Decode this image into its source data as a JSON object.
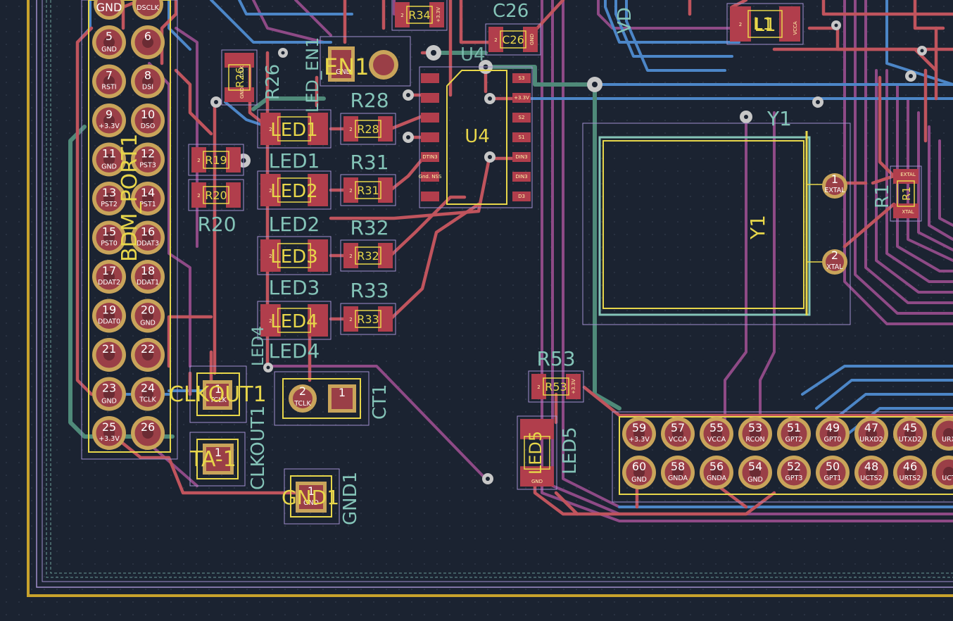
{
  "colors": {
    "background": "#1b2331",
    "top_copper": "#c0545d",
    "bottom_copper": "#4c86c7",
    "inner_copper": "#8e4a86",
    "green_track": "#4f8a79",
    "silkscreen": "#e7d64a",
    "fab_text": "#84c4b8",
    "edge_cuts": "#c8a22c",
    "courtyard": "#a28fce",
    "via": "#c7c7c7",
    "pad": "#b13e4c",
    "pin_ring": "#c9a45a"
  },
  "header_bdm": {
    "reference": "BDM_PORT1",
    "pins": [
      {
        "num": "5",
        "net": "GND"
      },
      {
        "num": "6",
        "net": ""
      },
      {
        "num": "7",
        "net": "RSTI"
      },
      {
        "num": "8",
        "net": "DSI"
      },
      {
        "num": "9",
        "net": "+3.3V"
      },
      {
        "num": "10",
        "net": "DSO"
      },
      {
        "num": "11",
        "net": "GND"
      },
      {
        "num": "12",
        "net": "PST3"
      },
      {
        "num": "13",
        "net": "PST2"
      },
      {
        "num": "14",
        "net": "PST1"
      },
      {
        "num": "15",
        "net": "PST0"
      },
      {
        "num": "16",
        "net": "DDAT3"
      },
      {
        "num": "17",
        "net": "DDAT2"
      },
      {
        "num": "18",
        "net": "DDAT1"
      },
      {
        "num": "19",
        "net": "DDAT0"
      },
      {
        "num": "20",
        "net": "GND"
      },
      {
        "num": "21",
        "net": ""
      },
      {
        "num": "22",
        "net": ""
      },
      {
        "num": "23",
        "net": "GND"
      },
      {
        "num": "24",
        "net": "TCLK"
      },
      {
        "num": "25",
        "net": "+3.3V"
      },
      {
        "num": "26",
        "net": ""
      }
    ],
    "top_partial": {
      "left": "GND",
      "right": "DSCLK"
    }
  },
  "header_main": {
    "odd": [
      {
        "num": "59",
        "net": "+3.3V"
      },
      {
        "num": "57",
        "net": "VCCA"
      },
      {
        "num": "55",
        "net": "VCCA"
      },
      {
        "num": "53",
        "net": "RCON"
      },
      {
        "num": "51",
        "net": "GPT2"
      },
      {
        "num": "49",
        "net": "GPT0"
      },
      {
        "num": "47",
        "net": "URXD2"
      },
      {
        "num": "45",
        "net": "UTXD2"
      },
      {
        "num": "",
        "net": "URX"
      }
    ],
    "even": [
      {
        "num": "60",
        "net": "GND"
      },
      {
        "num": "58",
        "net": "GNDA"
      },
      {
        "num": "56",
        "net": "GNDA"
      },
      {
        "num": "54",
        "net": "GND"
      },
      {
        "num": "52",
        "net": "GPT3"
      },
      {
        "num": "50",
        "net": "GPT1"
      },
      {
        "num": "48",
        "net": "UCTS2"
      },
      {
        "num": "46",
        "net": "URTS2"
      },
      {
        "num": "",
        "net": "UCT"
      }
    ]
  },
  "refs": {
    "led1": "LED1",
    "led2": "LED2",
    "led3": "LED3",
    "led4": "LED4",
    "led5": "LED5",
    "r28": "R28",
    "r31": "R31",
    "r32": "R32",
    "r33": "R33",
    "r19": "R19",
    "r20": "R20",
    "r26": "R26",
    "r34": "R34",
    "r53": "R53",
    "c26": "C26",
    "u4": "U4",
    "y1": "Y1",
    "r1": "R1",
    "l1": "L1",
    "en1": "EN1",
    "led_en1": "LED_EN1",
    "clkout1": "CLKOUT1",
    "ct1": "CT1",
    "ta1": "TA-1",
    "gnd1": "GND1",
    "vd": "VD"
  },
  "pad_labels": {
    "gnd": "GND",
    "tclk": "TCLK",
    "extal": "EXTAL",
    "xtal": "XTAL",
    "vcca": "VCCA",
    "p3v3": "+3.3V",
    "one": "1",
    "two": "2"
  },
  "u4_pins_left": [
    "",
    "",
    "",
    "",
    "DTIN3",
    "Gnd. NSS",
    ""
  ],
  "u4_pins_right": [
    "S3",
    "+3.3V",
    "S2",
    "S1",
    "DIN3",
    "DIN3",
    "D3"
  ]
}
